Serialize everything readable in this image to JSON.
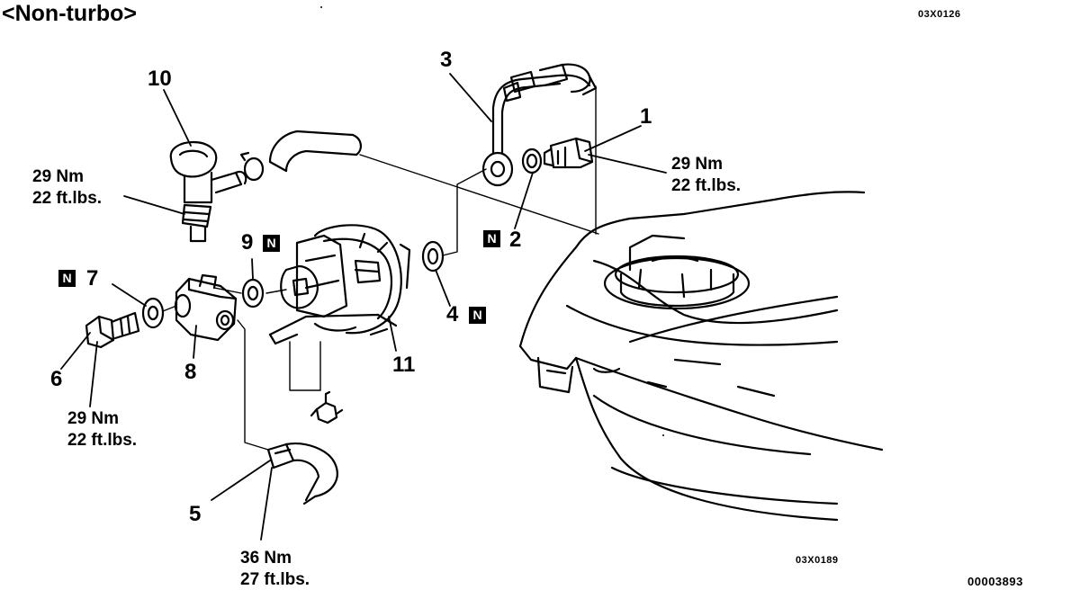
{
  "title": "<Non-turbo>",
  "codes": {
    "top_right": "03X0126",
    "bottom_center": "03X0189",
    "bottom_right": "00003893"
  },
  "new_part_mark": "N",
  "parts": [
    {
      "key": "p1",
      "number": "1",
      "torque": [
        "29 Nm",
        "22 ft.lbs."
      ]
    },
    {
      "key": "p2",
      "number": "2",
      "new_part": true
    },
    {
      "key": "p3",
      "number": "3"
    },
    {
      "key": "p4",
      "number": "4",
      "new_part": true
    },
    {
      "key": "p5",
      "number": "5",
      "torque": [
        "36 Nm",
        "27 ft.lbs."
      ]
    },
    {
      "key": "p6",
      "number": "6",
      "torque": [
        "29 Nm",
        "22 ft.lbs."
      ]
    },
    {
      "key": "p7",
      "number": "7",
      "new_part": true
    },
    {
      "key": "p8",
      "number": "8"
    },
    {
      "key": "p9",
      "number": "9",
      "new_part": true
    },
    {
      "key": "p10",
      "number": "10",
      "torque": [
        "29 Nm",
        "22 ft.lbs."
      ]
    },
    {
      "key": "p11",
      "number": "11"
    }
  ]
}
